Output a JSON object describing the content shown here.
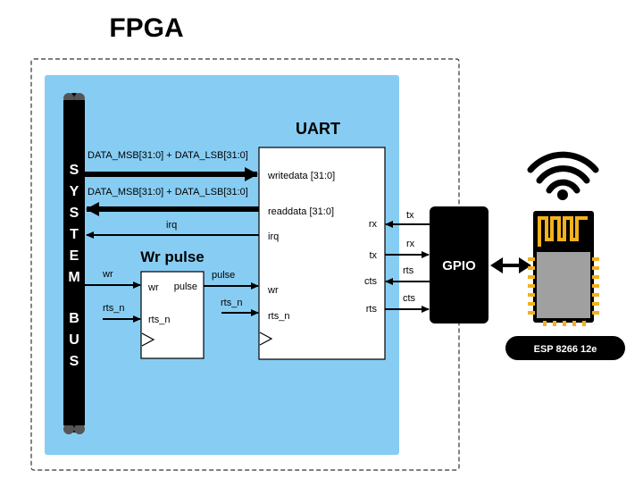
{
  "title": "FPGA",
  "system_bus": {
    "letters": [
      "S",
      "Y",
      "S",
      "T",
      "E",
      "M",
      "B",
      "U",
      "S"
    ]
  },
  "uart": {
    "title": "UART",
    "ports_left": [
      "writedata [31:0]",
      "readdata [31:0]",
      "irq",
      "wr",
      "rts_n"
    ],
    "ports_right": [
      "rx",
      "tx",
      "cts",
      "rts"
    ]
  },
  "wr_pulse": {
    "title": "Wr pulse",
    "ports": [
      "wr",
      "pulse",
      "rts_n"
    ]
  },
  "signals": {
    "data_in": "DATA_MSB[31:0] + DATA_LSB[31:0]",
    "data_out": "DATA_MSB[31:0] + DATA_LSB[31:0]",
    "irq": "irq",
    "wr": "wr",
    "rts_n_in": "rts_n",
    "pulse": "pulse",
    "rts_n_uart": "rts_n",
    "tx_top": "tx",
    "rx": "rx",
    "rts": "rts",
    "cts": "cts"
  },
  "gpio": {
    "label": "GPIO"
  },
  "esp": {
    "label": "ESP 8266 12e"
  },
  "colors": {
    "fpga_fill": "#87CDF3",
    "black": "#000000",
    "module_grey": "#A0A0A0",
    "antenna_gold": "#F2B21B"
  },
  "icons": {
    "wifi": "wifi-icon",
    "module": "esp-module-icon"
  }
}
